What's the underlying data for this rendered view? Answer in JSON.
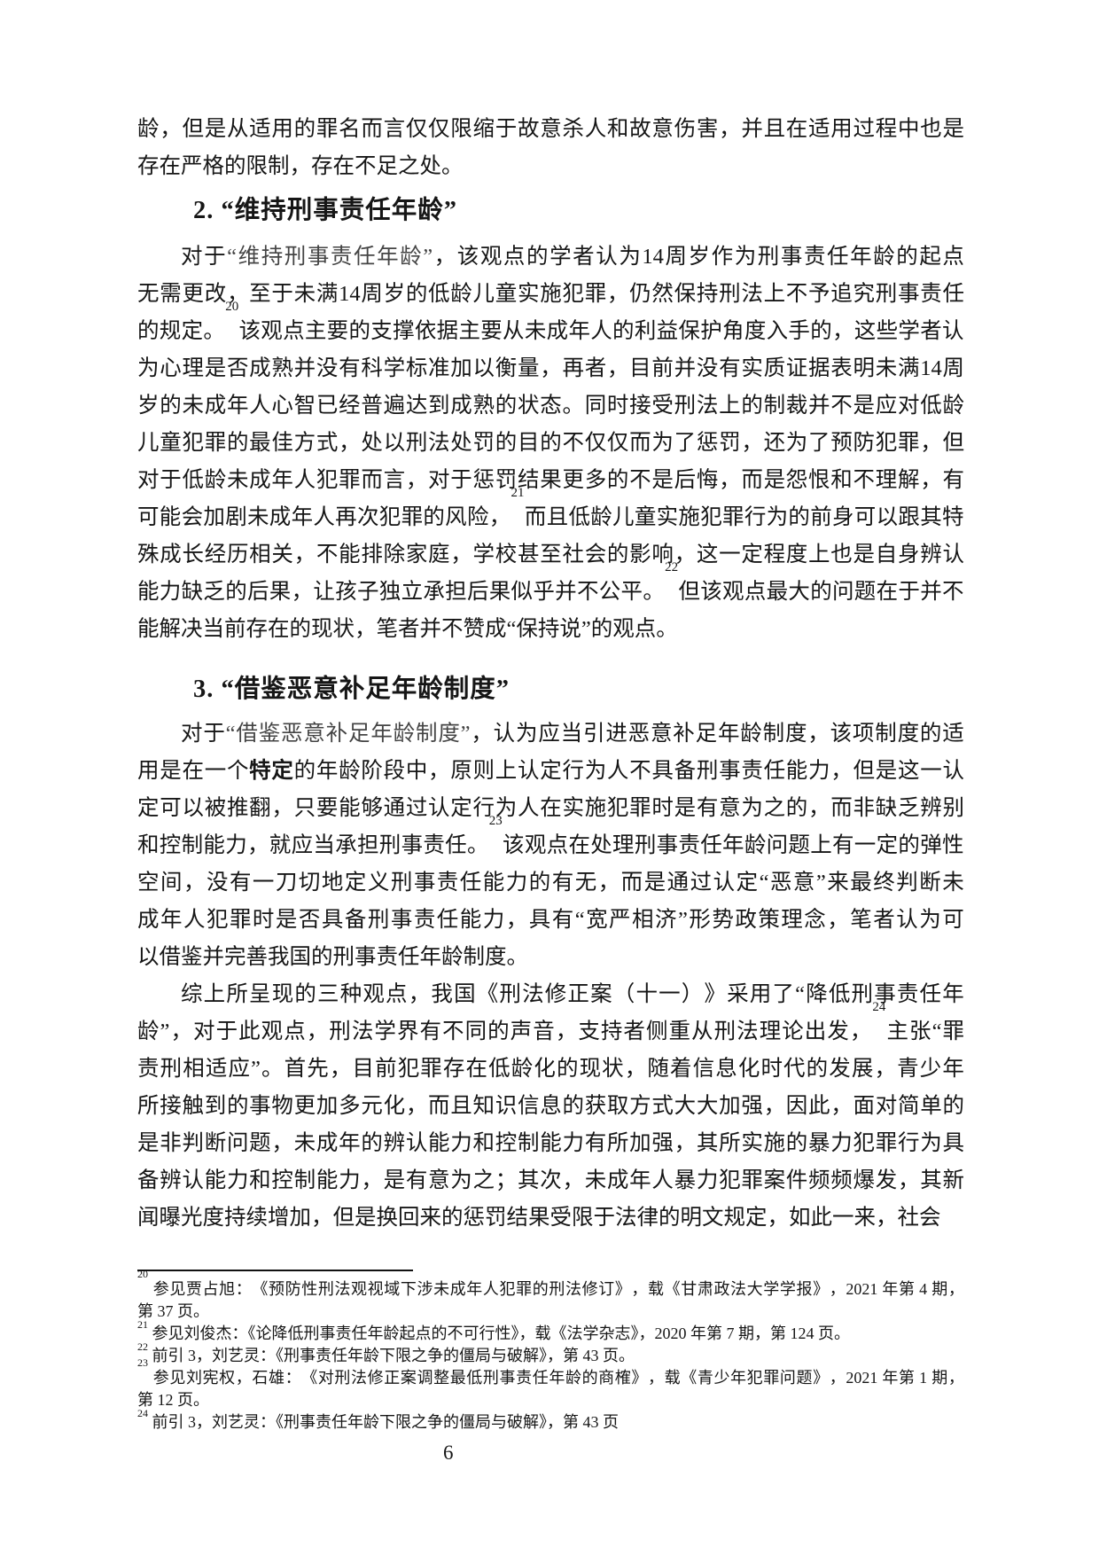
{
  "content": {
    "intro_lines": [
      [
        "龄，但是从适用的罪名而言仅仅限缩于故意杀人和故意伤害，并且在适用过程中也是"
      ],
      [
        "存在严格的限制，存在不足之处。"
      ]
    ],
    "heading2": "2. “维持刑事责任年龄”",
    "para_keep": [
      [
        {
          "t": "对于"
        },
        {
          "t": "“维持刑事责任年龄”",
          "c": "alt"
        },
        {
          "t": "，该观点的学者认为14周岁作为刑事责任年龄的起点"
        }
      ],
      [
        "无需更改，至于未满14周岁的低龄儿童实施犯罪，仍然保持刑法上不予追究刑事责任"
      ],
      [
        "的规定。",
        {
          "sup": "20"
        },
        "该观点主要的支撑依据主要从未成年人的利益保护角度入手的，这些学者认"
      ],
      [
        "为心理是否成熟并没有科学标准加以衡量，再者，目前并没有实质证据表明未满14周"
      ],
      [
        "岁的未成年人心智已经普遍达到成熟的状态。同时接受刑法上的制裁并不是应对低龄"
      ],
      [
        "儿童犯罪的最佳方式，处以刑法处罚的目的不仅仅而为了惩罚，还为了预防犯罪，但"
      ],
      [
        "对于低龄未成年人犯罪而言，对于惩罚结果更多的不是后悔，而是怨恨和不理解，有"
      ],
      [
        "可能会加剧未成年人再次犯罪的风险，",
        {
          "sup": "21"
        },
        "而且低龄儿童实施犯罪行为的前身可以跟其特"
      ],
      [
        "殊成长经历相关，不能排除家庭，学校甚至社会的影响，这一定程度上也是自身辨认"
      ],
      [
        "能力缺乏的后果，让孩子独立承担后果似乎并不公平。",
        {
          "sup": "22"
        },
        "但该观点最大的问题在于并不"
      ],
      [
        "能解决当前存在的现状，笔者并不赞成“保持说”的观点。"
      ]
    ],
    "heading3": "3. “借鉴恶意补足年龄制度”",
    "para_malice": [
      [
        {
          "t": "对于"
        },
        {
          "t": "“借鉴恶意补足年龄制度”",
          "c": "alt"
        },
        {
          "t": "，认为应当引进恶意补足年龄制度，该项制度的适"
        }
      ],
      [
        {
          "t": "用是在一个"
        },
        {
          "t": "特定",
          "c": "em"
        },
        {
          "t": "的年龄阶段中，原则上认定行为人不具备刑事责任能力，但是这一认"
        }
      ],
      [
        "定可以被推翻，只要能够通过认定行为人在实施犯罪时是有意为之的，而非缺乏辨别"
      ],
      [
        "和控制能力，就应当承担刑事责任。",
        {
          "sup": "23"
        },
        "该观点在处理刑事责任年龄问题上有一定的弹性"
      ],
      [
        "空间，没有一刀切地定义刑事责任能力的有无，而是通过认定“恶意”来最终判断未"
      ],
      [
        "成年人犯罪时是否具备刑事责任能力，具有“宽严相济”形势政策理念，笔者认为可"
      ],
      [
        "以借鉴并完善我国的刑事责任年龄制度。"
      ]
    ],
    "para_summary": [
      [
        "综上所呈现的三种观点，我国《刑法修正案（十一）》采用了“降低刑事责任年"
      ],
      [
        "龄”，对于此观点，刑法学界有不同的声音，支持者侧重从刑法理论出发，",
        {
          "sup": "24"
        },
        "主张“罪"
      ],
      [
        "责刑相适应”。首先，目前犯罪存在低龄化的现状，随着信息化时代的发展，青少年"
      ],
      [
        "所接触到的事物更加多元化，而且知识信息的获取方式大大加强，因此，面对简单的"
      ],
      [
        "是非判断问题，未成年的辨认能力和控制能力有所加强，其所实施的暴力犯罪行为具"
      ],
      [
        "备辨认能力和控制能力，是有意为之；其次，未成年人暴力犯罪案件频频爆发，其新"
      ],
      [
        "闻曝光度持续增加，但是换回来的惩罚结果受限于法律的明文规定，如此一来，社会"
      ]
    ],
    "footnotes": [
      {
        "marker": "20",
        "lines": [
          [
            {
              "sup": "20"
            },
            " 参见贾占旭：《预防性刑法观视域下涉未成年人犯罪的刑法修订》，载《甘肃政法大学学报》，2021 年第 4 期，"
          ],
          [
            "第 37 页。"
          ]
        ]
      },
      {
        "marker": "21",
        "lines": [
          [
            {
              "sup": "21"
            },
            " 参见刘俊杰：《论降低刑事责任年龄起点的不可行性》，载《法学杂志》，2020 年第 7 期，第 124 页。"
          ]
        ]
      },
      {
        "marker": "22",
        "lines": [
          [
            {
              "sup": "22"
            },
            " 前引 3，刘艺灵：《刑事责任年龄下限之争的僵局与破解》，第 43 页。"
          ]
        ]
      },
      {
        "marker": "23",
        "lines": [
          [
            {
              "sup": "23"
            },
            " 参见刘宪权，石雄：《对刑法修正案调整最低刑事责任年龄的商榷》，载《青少年犯罪问题》，2021 年第 1 期，"
          ],
          [
            "第 12 页。"
          ]
        ]
      },
      {
        "marker": "24",
        "lines": [
          [
            {
              "sup": "24"
            },
            " 前引 3，刘艺灵：《刑事责任年龄下限之争的僵局与破解》，第 43 页"
          ]
        ]
      }
    ],
    "page_number": "6"
  }
}
